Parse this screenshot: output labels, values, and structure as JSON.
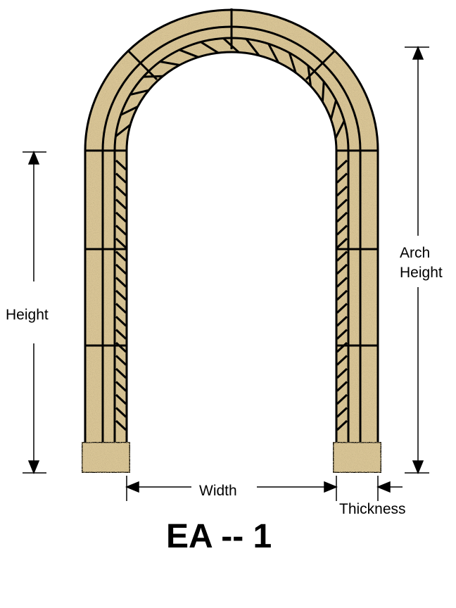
{
  "labels": {
    "height": "Height",
    "arch_height_line1": "Arch",
    "arch_height_line2": "Height",
    "width": "Width",
    "thickness": "Thickness",
    "title": "EA -- 1"
  },
  "colors": {
    "stone": "#d8c495",
    "stone_speck_dark": "#a48a55",
    "stone_speck_light": "#efe3c6",
    "outline": "#000000",
    "background": "#ffffff"
  }
}
